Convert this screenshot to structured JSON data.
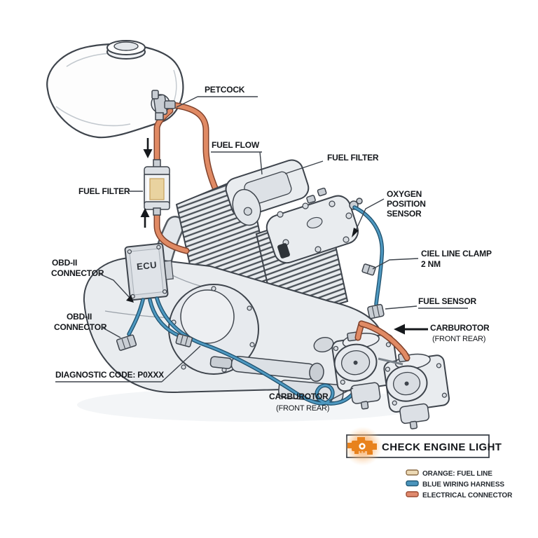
{
  "labels": {
    "petcock": "PETCOCK",
    "fuel_flow": "FUEL FLOW",
    "fuel_filter_right": "FUEL FILTER",
    "fuel_filter_left": "FUEL FILTER",
    "oxygen_1": "OXYGEN",
    "oxygen_2": "POSITION",
    "oxygen_3": "SENSOR",
    "clamp_1": "CIEL LINE CLAMP",
    "clamp_2": "2 NM",
    "fuel_sensor": "FUEL SENSOR",
    "carb_right_1": "CARBUROTOR",
    "carb_right_2": "(FRONT REAR)",
    "carb_bottom_1": "CARBUROTOR",
    "carb_bottom_2": "(FRONT REAR)",
    "obd_upper_1": "OBD-II",
    "obd_upper_2": "CONNECTOR",
    "obd_lower_1": "OBD-II",
    "obd_lower_2": "CONNECTOR",
    "diagnostic": "DIAGNOSTIC CODE: P0XXX",
    "ecu": "ECU"
  },
  "check_engine": {
    "label": "CHECK ENGINE LIGHT",
    "icon": "check-engine-icon",
    "icon_color": "#E8821D",
    "glow_color": "#F59F54"
  },
  "legend": {
    "items": [
      {
        "label": "ORANGE: FUEL LINE",
        "fill": "#ECD9B4",
        "border": "#8A6A44"
      },
      {
        "label": "BLUE WIRING HARNESS",
        "fill": "#4A94BC",
        "border": "#235A78"
      },
      {
        "label": "ELECTRICAL CONNECTOR",
        "fill": "#E08A6E",
        "border": "#9C4A30"
      }
    ]
  },
  "palette": {
    "fuel_line": "#E08A64",
    "fuel_line_outline": "#80422C",
    "wire": "#4E98C0",
    "wire_outline": "#1C4E6B",
    "engine_fill": "#E9ECEF",
    "outline": "#3E444C",
    "label_text": "#15181C",
    "background": "#FFFFFF"
  }
}
